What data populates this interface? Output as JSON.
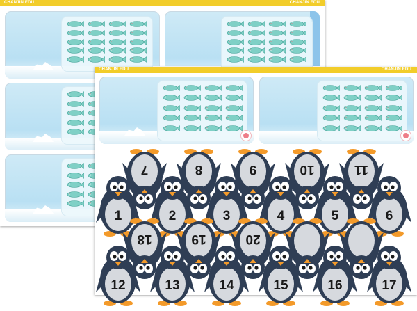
{
  "brand_left": "CHANJIN EDU",
  "brand_right": "CHANJIN EDU",
  "top_row_numbers": [
    "1",
    "2",
    "3",
    "4",
    "5",
    "6"
  ],
  "top_row_flipped_numbers": [
    "7",
    "8",
    "9",
    "10",
    "11"
  ],
  "bottom_row_numbers": [
    "12",
    "13",
    "14",
    "15",
    "16",
    "17"
  ],
  "bottom_row_flipped_numbers": [
    "18",
    "19",
    "20",
    "",
    ""
  ],
  "colors": {
    "header_bar": "#f2cd2a",
    "penguin_body": "#2f3e55",
    "penguin_belly": "#d6d9de",
    "penguin_beak": "#f39a2a",
    "fish": "#7fd0c6",
    "sea": "#b9e0f3"
  },
  "icons": [
    "fish-icon",
    "penguin-icon",
    "iceberg-icon",
    "chanjin-logo-icon"
  ]
}
